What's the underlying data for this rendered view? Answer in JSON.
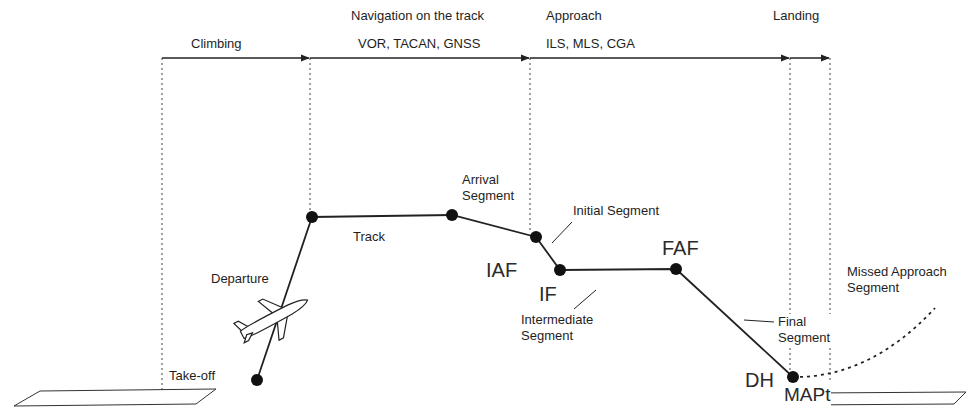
{
  "diagram": {
    "labels": [
      "Climbing",
      "Navigation on the track",
      "VOR, TACAN, GNSS",
      "Approach",
      "ILS, MLS, CGA",
      "Landing",
      "Arrival Segment",
      "Initial Segment",
      "Departure",
      "Track",
      "IAF",
      "IF",
      "FAF",
      "Intermediate Segment",
      "Final Segment",
      "Missed Approach Segment",
      "Take-off",
      "DH",
      "MAPt"
    ]
  }
}
